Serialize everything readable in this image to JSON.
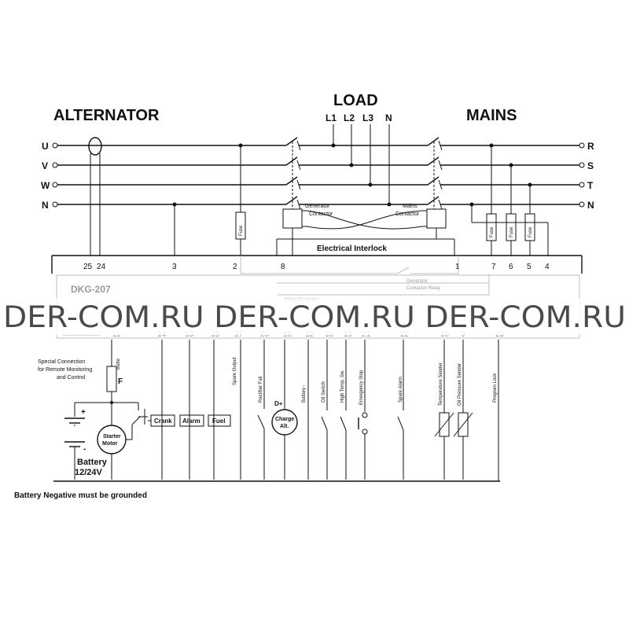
{
  "titles": {
    "alternator": "ALTERNATOR",
    "load": "LOAD",
    "mains": "MAINS"
  },
  "alternator_phases": [
    "U",
    "V",
    "W",
    "N"
  ],
  "mains_phases": [
    "R",
    "S",
    "T",
    "N"
  ],
  "load_phases": [
    "L1",
    "L2",
    "L3",
    "N"
  ],
  "contactors": {
    "generator": [
      "Generator",
      "Contactor"
    ],
    "mains": [
      "Mains",
      "Contactor"
    ],
    "interlock": "Electrical Interlock"
  },
  "fuse_label": "Fuse",
  "terminals_top": [
    "25",
    "24",
    "3",
    "2",
    "8",
    "1",
    "7",
    "6",
    "5",
    "4"
  ],
  "device": {
    "model": "DKG-207",
    "relay_note": [
      "Generator",
      "Contactor Relay"
    ],
    "faint_note": "Mains Contactor"
  },
  "terminals_bottom": [
    "11",
    "14",
    "13",
    "15",
    "17",
    "20",
    "16",
    "12",
    "18",
    "19",
    "21",
    "22",
    "10",
    "9",
    "23"
  ],
  "bottom_labels": {
    "special_connection": [
      "Special Connection",
      "for Remote Monitoring",
      "and Control"
    ],
    "battery_plus": "Batte",
    "fuse_f": "F",
    "plus": "+",
    "minus": "-",
    "starter_motor": [
      "Starter",
      "Motor"
    ],
    "battery": [
      "Battery",
      "12/24V"
    ],
    "crank": "Crank",
    "alarm": "Alarm",
    "fuel": "Fuel",
    "spare_output": "Spare Output",
    "rectifier_fail": "Rectifier Fail",
    "dplus": "D+",
    "charge_alt": [
      "Charge",
      "Alt."
    ],
    "battery_minus": "Battery -",
    "oil_switch": "Oil Switch",
    "high_temp": "High Temp. Sw.",
    "emergency_stop": "Emergency Stop",
    "spare_alarm": "Spare Alarm",
    "temp_sender": "Temperature Sender",
    "oil_pressure_sender": "Oil Pressure Sender",
    "program_lock": "Program Lock",
    "ground_note": "Battery Negative must be grounded"
  },
  "watermark": "DER-COM.RU DER-COM.RU DER-COM.RU"
}
